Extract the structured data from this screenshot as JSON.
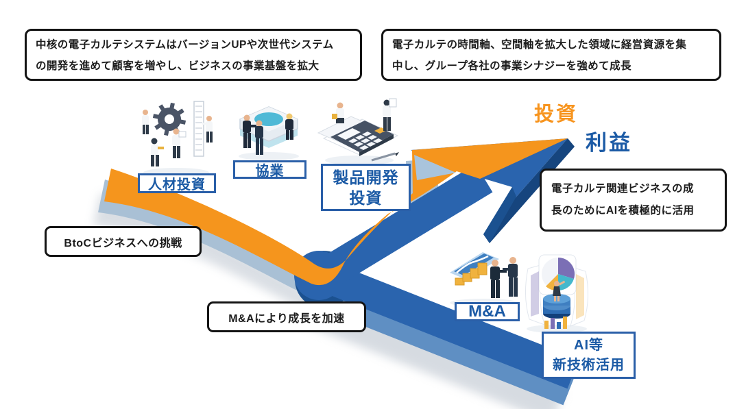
{
  "colors": {
    "accent_orange": "#F5951D",
    "accent_blue_text": "#1B5AA5",
    "band_blue": "#2A64AE",
    "band_navy": "#16457E",
    "band_light_blue": "#A9C0D5",
    "box_border_black": "#141414",
    "tag_border_blue": "#2A5FA8"
  },
  "top_boxes": {
    "left": {
      "lines": [
        "中核の電子カルテシステムはバージョンUPや次世代システム",
        "の開発を進めて顧客を増やし、ビジネスの事業基盤を拡大"
      ]
    },
    "right": {
      "lines": [
        "電子カルテの時間軸、空間軸を拡大した領域に経営資源を集",
        "中し、グループ各社の事業シナジーを強めて成長"
      ]
    }
  },
  "axis": {
    "investment": "投資",
    "profit": "利益"
  },
  "labels": {
    "talent": "人材投資",
    "collaboration": "協業",
    "product_dev": {
      "lines": [
        "製品開発",
        "投資"
      ]
    },
    "ma": "M&A",
    "ai": {
      "lines": [
        "AI等",
        "新技術活用"
      ]
    }
  },
  "callouts": {
    "btoc": "BtoCビジネスへの挑戦",
    "ma_accel": "M&Aにより成長を加速",
    "ai_note": {
      "lines": [
        "電子カルテ関連ビジネスの成",
        "長のためにAIを積極的に活用"
      ]
    }
  },
  "icons": {
    "talent": "people-gear-illustration",
    "collaboration": "meeting-table-illustration",
    "product_dev": "calculator-illustration",
    "ma": "growth-stairs-handshake-illustration",
    "ai": "data-cylinder-charts-illustration"
  }
}
